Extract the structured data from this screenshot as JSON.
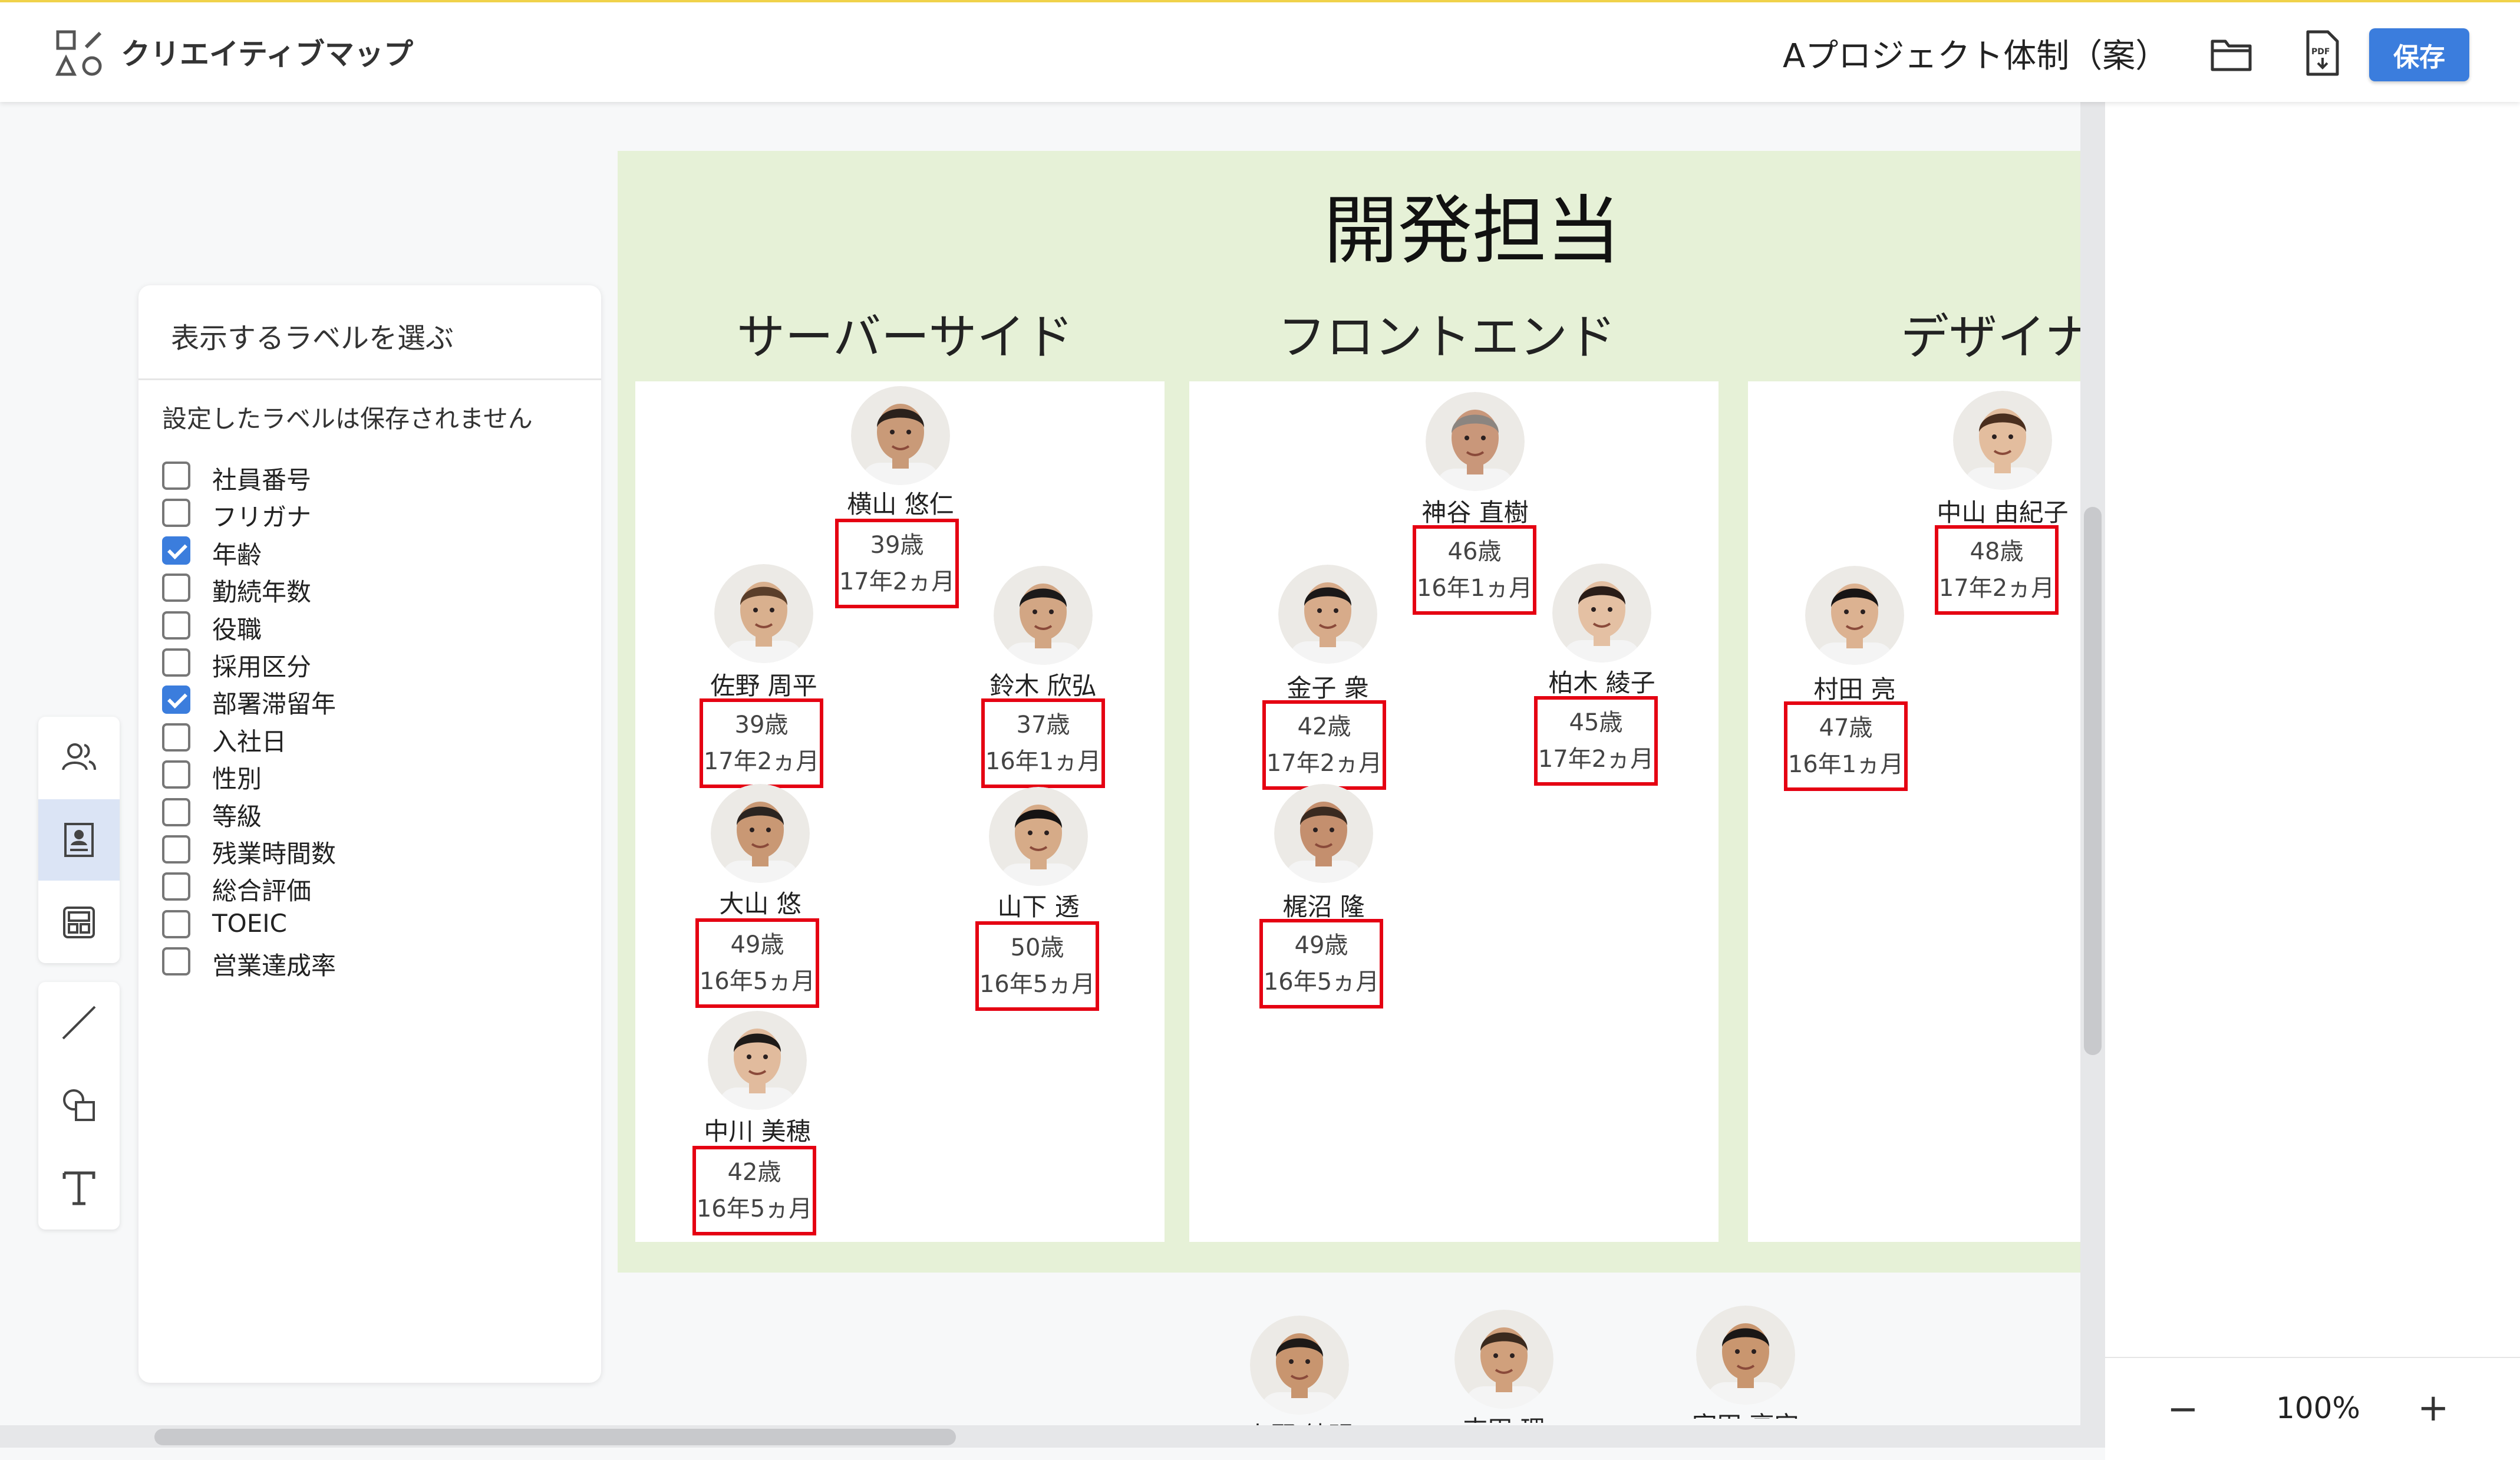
{
  "header": {
    "app_title": "クリエイティブマップ",
    "project_name": "Aプロジェクト体制（案）",
    "save_label": "保存"
  },
  "zoom": {
    "minus": "−",
    "level": "100%",
    "plus": "+"
  },
  "label_panel": {
    "title": "表示するラベルを選ぶ",
    "note": "設定したラベルは保存されません",
    "options": [
      {
        "label": "社員番号",
        "checked": false
      },
      {
        "label": "フリガナ",
        "checked": false
      },
      {
        "label": "年齢",
        "checked": true
      },
      {
        "label": "勤続年数",
        "checked": false
      },
      {
        "label": "役職",
        "checked": false
      },
      {
        "label": "採用区分",
        "checked": false
      },
      {
        "label": "部署滞留年",
        "checked": true
      },
      {
        "label": "入社日",
        "checked": false
      },
      {
        "label": "性別",
        "checked": false
      },
      {
        "label": "等級",
        "checked": false
      },
      {
        "label": "残業時間数",
        "checked": false
      },
      {
        "label": "総合評価",
        "checked": false
      },
      {
        "label": "TOEIC",
        "checked": false
      },
      {
        "label": "営業達成率",
        "checked": false
      }
    ]
  },
  "canvas": {
    "section_title": "開発担当",
    "columns": [
      {
        "title": "サーバーサイド"
      },
      {
        "title": "フロントエンド"
      },
      {
        "title": "デザイナ"
      }
    ],
    "people": [
      {
        "name": "横山 悠仁",
        "age": "39歳",
        "tenure": "17年2ヵ月",
        "skin": "#c99a78",
        "hair": "#2a211c"
      },
      {
        "name": "佐野 周平",
        "age": "39歳",
        "tenure": "17年2ヵ月",
        "skin": "#d9b08e",
        "hair": "#5a3e2a"
      },
      {
        "name": "鈴木 欣弘",
        "age": "37歳",
        "tenure": "16年1ヵ月",
        "skin": "#d2a684",
        "hair": "#1c1a1a"
      },
      {
        "name": "大山 悠",
        "age": "49歳",
        "tenure": "16年5ヵ月",
        "skin": "#c99874",
        "hair": "#2b2420"
      },
      {
        "name": "山下 透",
        "age": "50歳",
        "tenure": "16年5ヵ月",
        "skin": "#d6ab88",
        "hair": "#151313"
      },
      {
        "name": "中川 美穂",
        "age": "42歳",
        "tenure": "16年5ヵ月",
        "skin": "#e1bb9d",
        "hair": "#1e1a18"
      },
      {
        "name": "神谷 直樹",
        "age": "46歳",
        "tenure": "16年1ヵ月",
        "skin": "#c9977a",
        "hair": "#8b8580"
      },
      {
        "name": "金子 衆",
        "age": "42歳",
        "tenure": "17年2ヵ月",
        "skin": "#d7ab8a",
        "hair": "#1b1818"
      },
      {
        "name": "柏木 綾子",
        "age": "45歳",
        "tenure": "17年2ヵ月",
        "skin": "#e4c0a3",
        "hair": "#2a1d18"
      },
      {
        "name": "梶沼 隆",
        "age": "49歳",
        "tenure": "16年5ヵ月",
        "skin": "#c48f6e",
        "hair": "#3a2a20"
      },
      {
        "name": "中山 由紀子",
        "age": "48歳",
        "tenure": "17年2ヵ月",
        "skin": "#e3bd9e",
        "hair": "#4a2e1e"
      },
      {
        "name": "村田 亮",
        "age": "47歳",
        "tenure": "16年1ヵ月",
        "skin": "#dcb291",
        "hair": "#181515"
      }
    ],
    "bottom_people": [
      {
        "name": "上野 紗明",
        "skin": "#c8956f",
        "hair": "#1d1917"
      },
      {
        "name": "吉田 理",
        "skin": "#d0a07c",
        "hair": "#3b2a1e"
      },
      {
        "name": "宇田 亮完",
        "skin": "#c9966f",
        "hair": "#1a1716"
      }
    ]
  }
}
